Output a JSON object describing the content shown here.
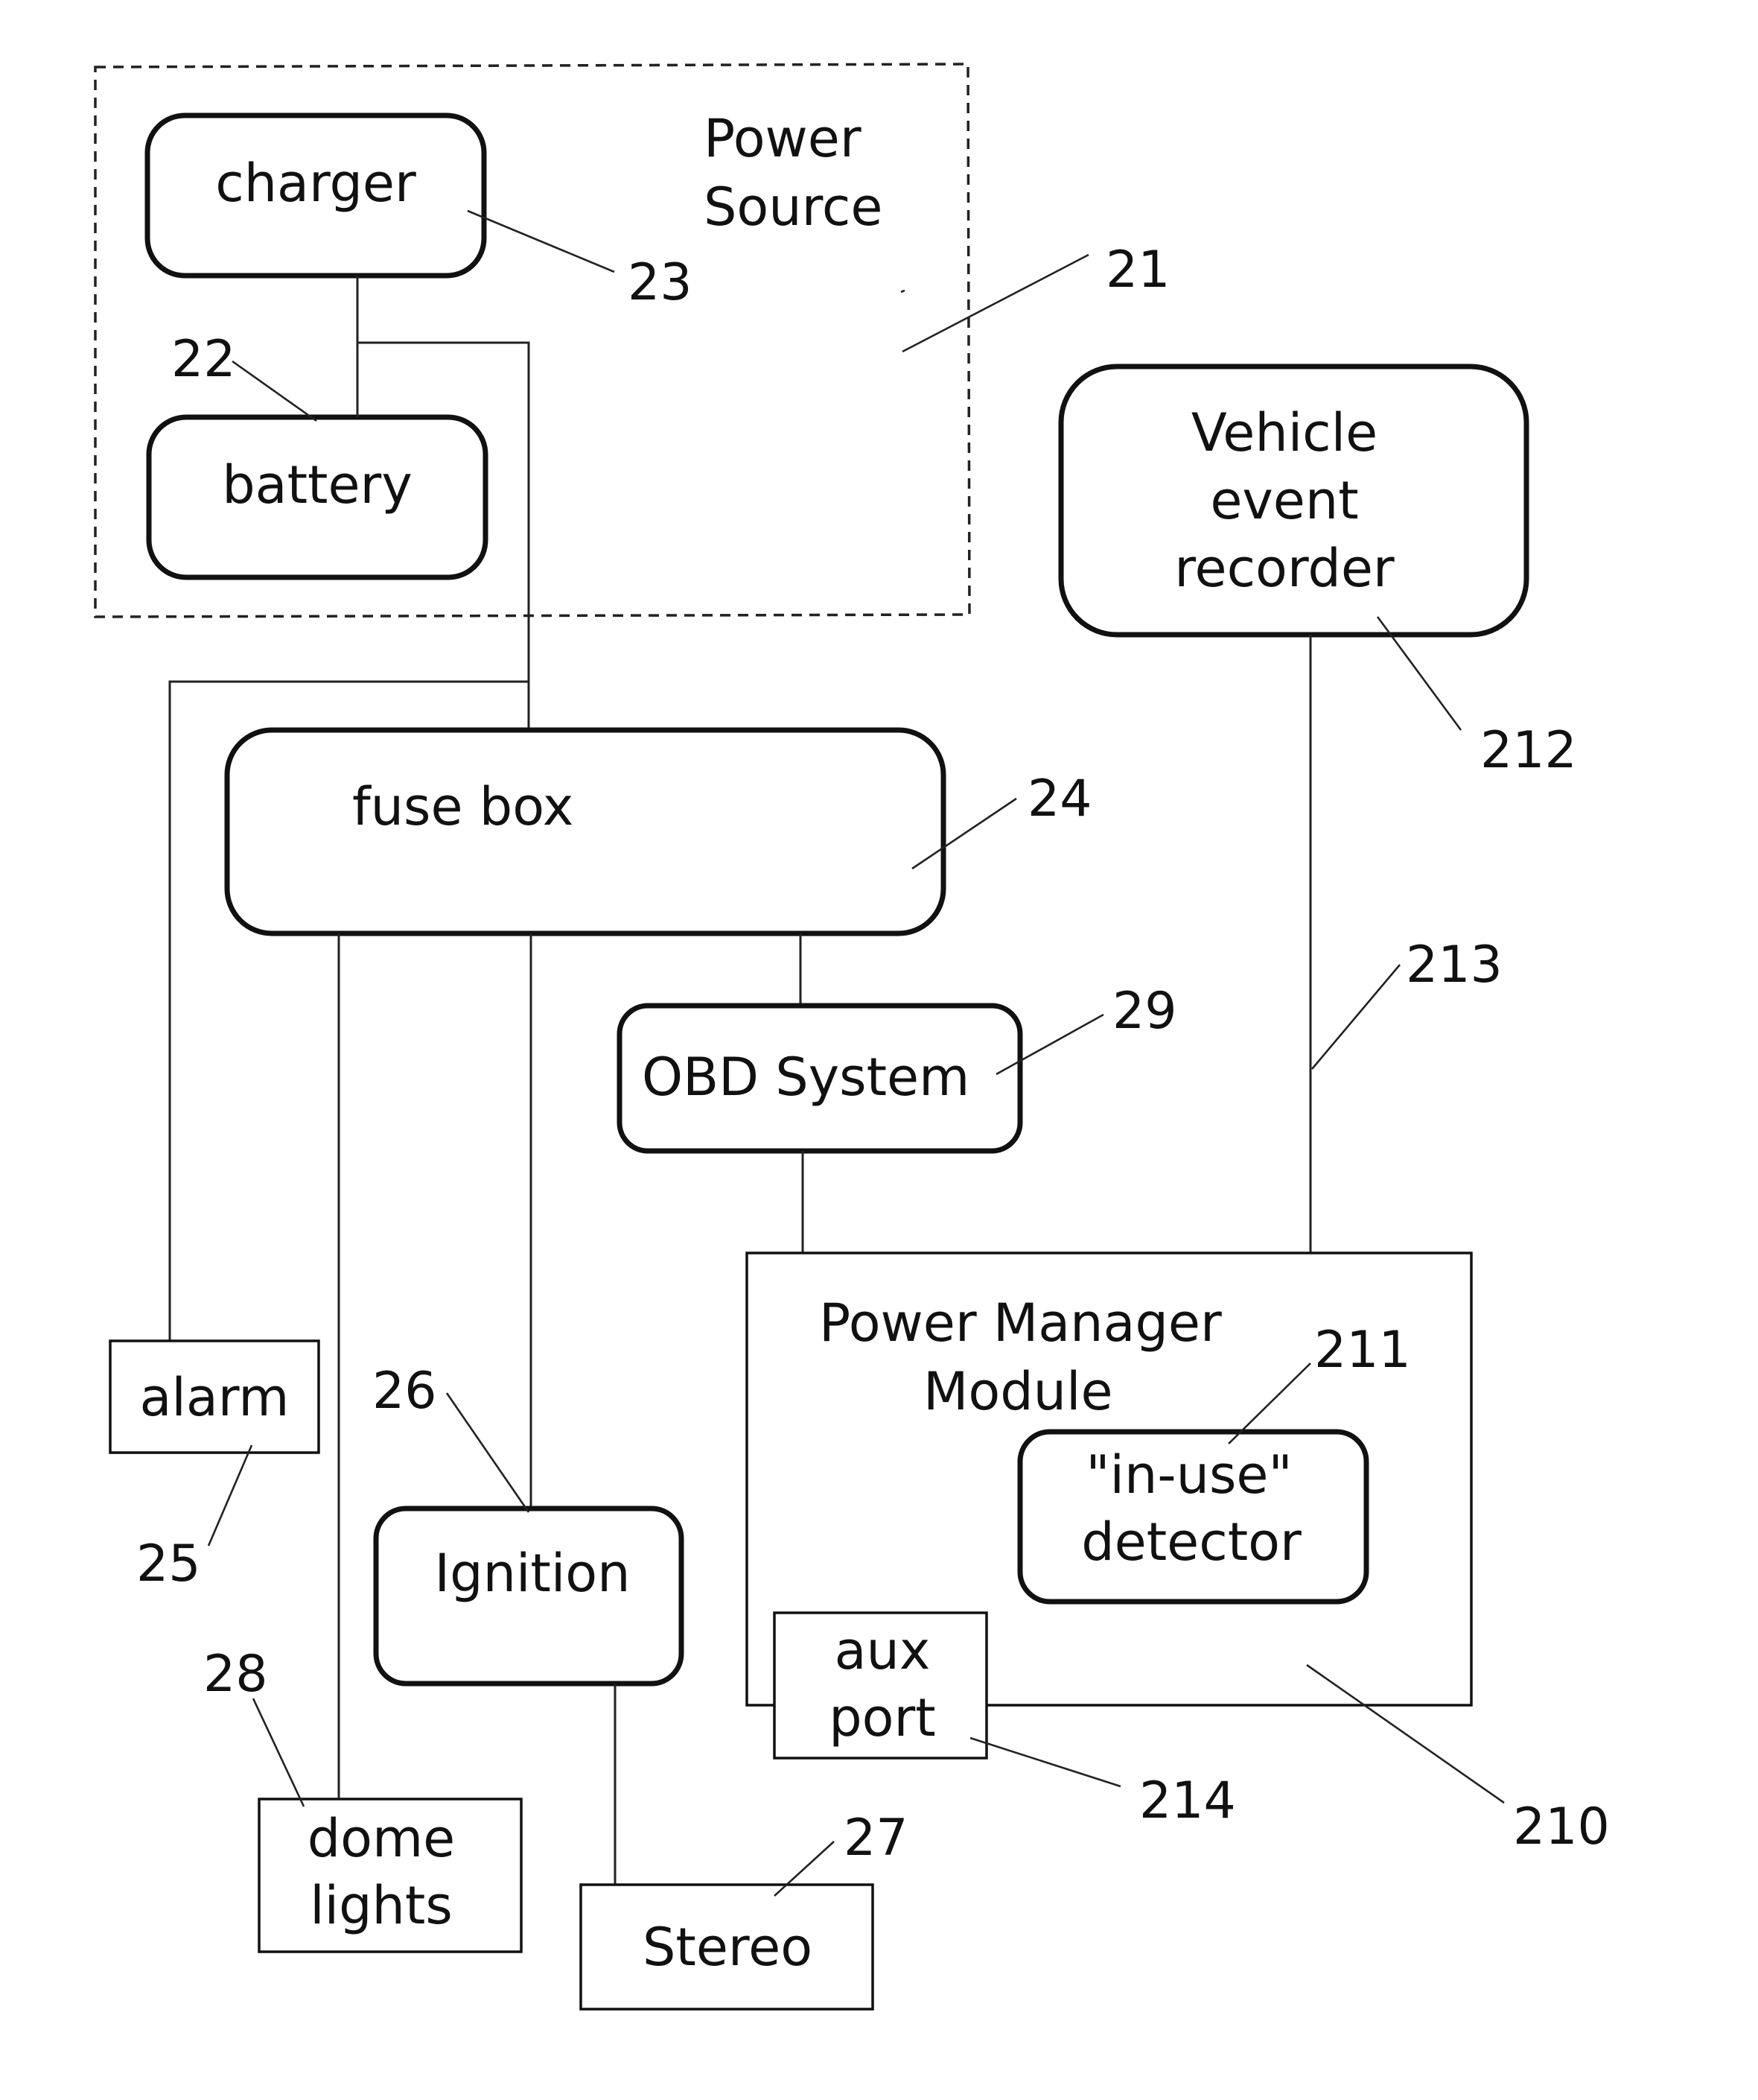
{
  "boxes": {
    "power_source": {
      "label_line1": "Power",
      "label_line2": "Source",
      "ref": "21"
    },
    "charger": {
      "label": "charger",
      "ref": "23"
    },
    "battery": {
      "label": "battery",
      "ref": "22"
    },
    "fuse_box": {
      "label": "fuse box",
      "ref": "24"
    },
    "vehicle_event_recorder": {
      "label_line1": "Vehicle",
      "label_line2": "event",
      "label_line3": "recorder",
      "ref": "212"
    },
    "obd_system": {
      "label": "OBD System",
      "ref": "29"
    },
    "power_manager_module": {
      "label_line1": "Power Manager",
      "label_line2": "Module",
      "ref": "210"
    },
    "in_use_detector": {
      "label_line1": "\"in-use\"",
      "label_line2": "detector",
      "ref": "211"
    },
    "aux_port": {
      "label_line1": "aux",
      "label_line2": "port",
      "ref": "214"
    },
    "alarm": {
      "label": "alarm",
      "ref": "25"
    },
    "ignition": {
      "label": "Ignition",
      "ref": "26"
    },
    "dome_lights": {
      "label_line1": "dome",
      "label_line2": "lights",
      "ref": "28"
    },
    "stereo": {
      "label": "Stereo",
      "ref": "27"
    }
  },
  "connection_ref": "213"
}
